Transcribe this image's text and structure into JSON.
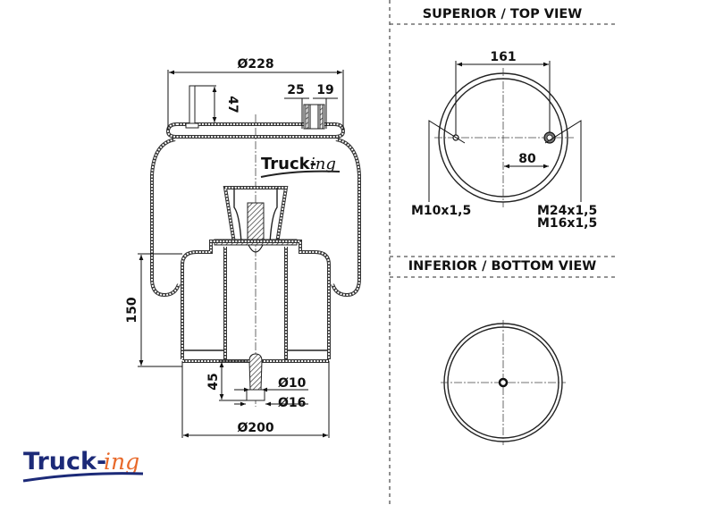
{
  "drawing": {
    "type": "air spring technical drawing",
    "views": {
      "top_view_title": "SUPERIOR / TOP VIEW",
      "bottom_view_title": "INFERIOR / BOTTOM VIEW"
    },
    "side_view": {
      "dimensions": {
        "top_plate_diameter": "Ø228",
        "stud_height": "47",
        "port_width_1": "25",
        "port_width_2": "19",
        "piston_height": "150",
        "bottom_stud_length": "45",
        "bottom_stud_diameter_1": "Ø10",
        "bottom_stud_diameter_2": "Ø16",
        "piston_diameter": "Ø200"
      },
      "watermark": {
        "main": "Truck-",
        "suffix": "ing"
      }
    },
    "top_view": {
      "dimensions": {
        "stud_spacing": "161",
        "port_offset": "80"
      },
      "thread_labels": {
        "left": "M10x1,5",
        "right_line1": "M24x1,5",
        "right_line2": "M16x1,5"
      }
    }
  },
  "logo": {
    "main": "Truck-",
    "suffix": "ing",
    "colors": {
      "main": "#1c2a78",
      "suffix": "#e8692a",
      "swoosh": "#1c2a78"
    }
  }
}
